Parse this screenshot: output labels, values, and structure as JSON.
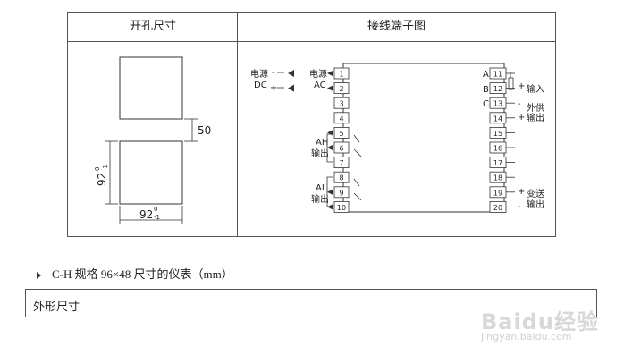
{
  "table": {
    "left_header": "开孔尺寸",
    "right_header": "接线端子图"
  },
  "cutout": {
    "dim_gap": "50",
    "dim_height": "92",
    "dim_height_tol_upper": "0",
    "dim_height_tol_lower": "-1",
    "dim_width": "92",
    "dim_width_tol_upper": "0",
    "dim_width_tol_lower": "-1"
  },
  "wiring": {
    "power_dc_line1": "电源",
    "power_dc_line2": "DC",
    "power_ac_line1": "电源",
    "power_ac_line2": "AC",
    "minus": "-",
    "plus": "+",
    "ah_line1": "AH",
    "ah_line2": "输出",
    "al_line1": "AL",
    "al_line2": "输出",
    "left_terminals": [
      "1",
      "2",
      "3",
      "4",
      "5",
      "6",
      "7",
      "8",
      "9",
      "10"
    ],
    "right_terminals": [
      "11",
      "12",
      "13",
      "14",
      "15",
      "16",
      "17",
      "18",
      "19",
      "20"
    ],
    "label_a": "A",
    "label_b": "B",
    "label_c": "C",
    "input_label": "输入",
    "ext_supply_line1": "外供",
    "ext_supply_line2": "输出",
    "transmit_line1": "变送",
    "transmit_line2": "输出"
  },
  "spec": {
    "text": "C-H 规格 96×48 尺寸的仪表（mm）"
  },
  "outline": {
    "title": "外形尺寸"
  },
  "watermark": {
    "text": "Baidu经验",
    "sub": "jingyan.baidu.com"
  }
}
